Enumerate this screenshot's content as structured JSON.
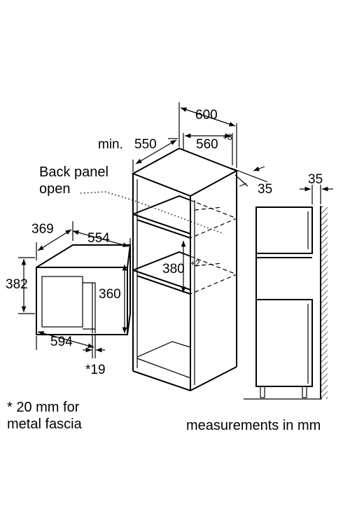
{
  "labels": {
    "cabinet_width": "600",
    "cabinet_depth_prefix": "min.",
    "cabinet_depth": "550",
    "niche_width": "560",
    "niche_width_tol": "+8",
    "back_panel_line1": "Back panel",
    "back_panel_line2": "open",
    "rear_gap_top": "35",
    "rear_gap_right": "35",
    "appliance_depth": "369",
    "appliance_width": "554",
    "appliance_height": "382",
    "appliance_front_height": "360",
    "appliance_front_width": "594",
    "fascia_offset": "*19",
    "niche_height": "380",
    "niche_height_tol": "+2"
  },
  "notes": {
    "fascia_line1": "* 20 mm for",
    "fascia_line2": "metal fascia",
    "units": "measurements in mm"
  }
}
